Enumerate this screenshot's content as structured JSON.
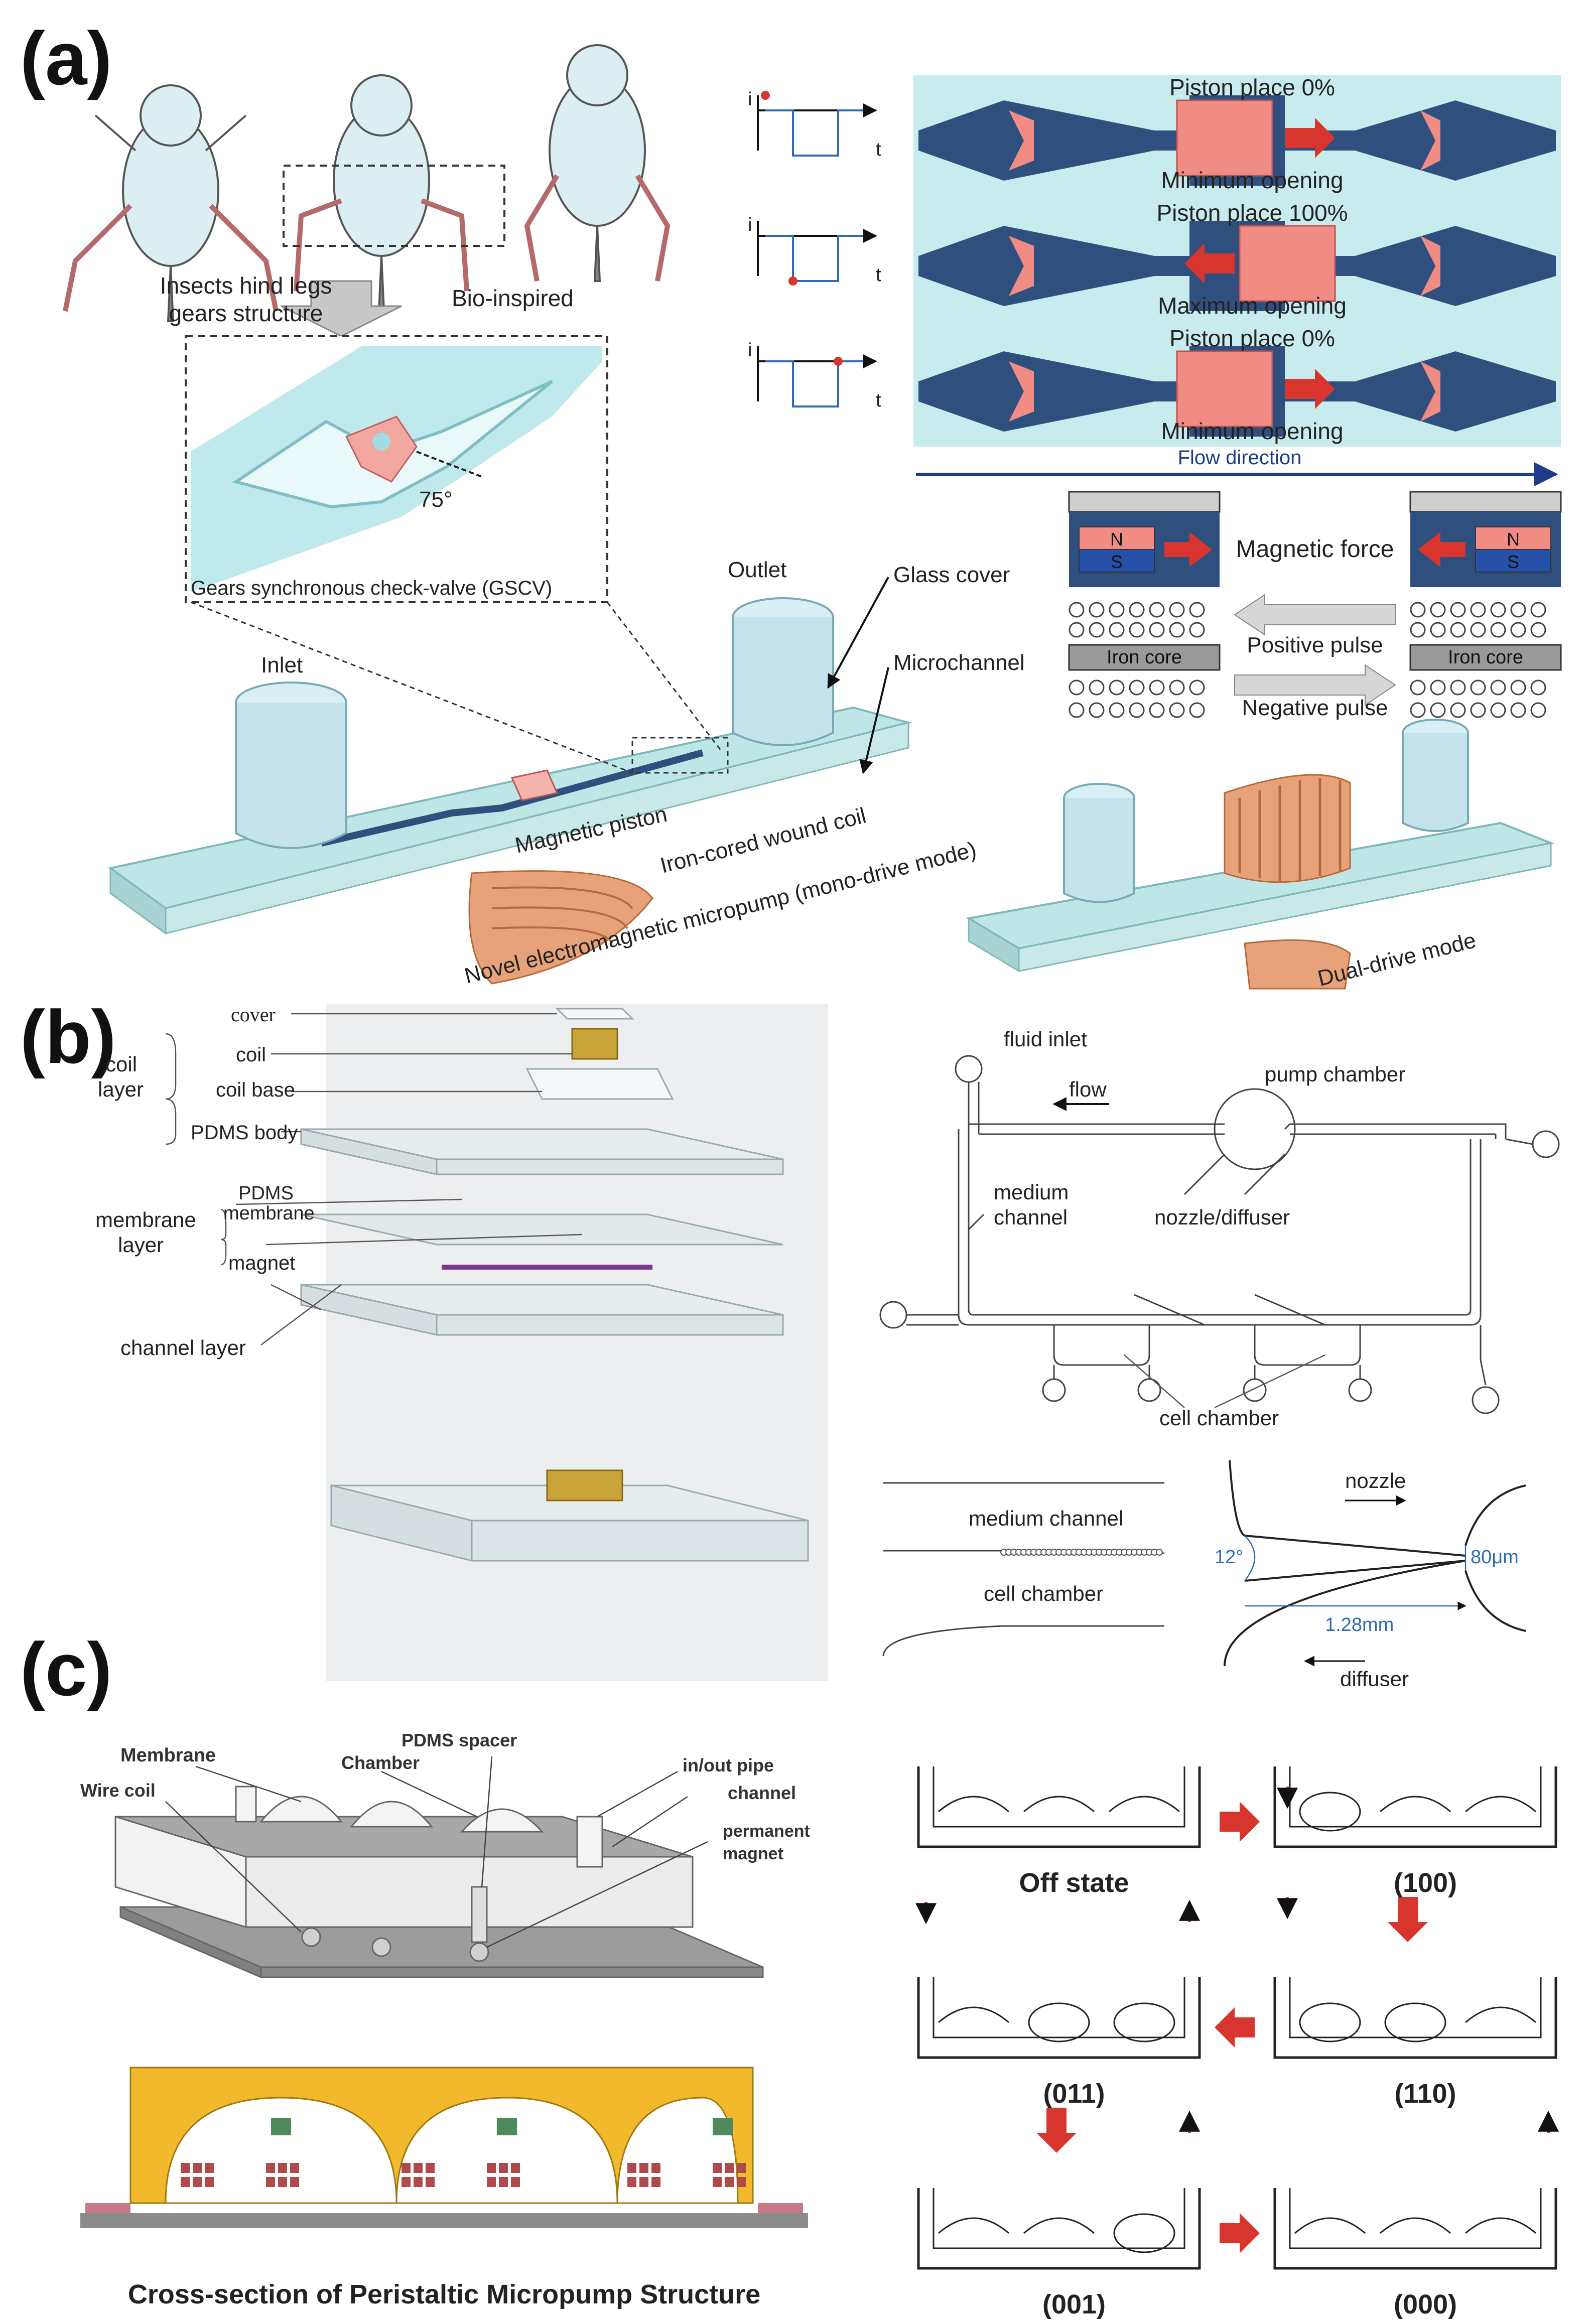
{
  "panels": {
    "a": "(a)",
    "b": "(b)",
    "c": "(c)"
  },
  "panel_a": {
    "insects_label": "Insects hind legs\ngears structure",
    "bio_inspired": "Bio-inspired",
    "gscv_label": "Gears synchronous check-valve (GSCV)",
    "angle_label": "75°",
    "piston_states": [
      {
        "place": "Piston place 0%",
        "opening": "Minimum opening"
      },
      {
        "place": "Piston place 100%",
        "opening": "Maximum opening"
      },
      {
        "place": "Piston place 0%",
        "opening": "Minimum opening"
      }
    ],
    "flow_direction": "Flow direction",
    "axis_i": "i",
    "axis_t": "t",
    "magnetic_force": "Magnetic force",
    "positive_pulse": "Positive pulse",
    "negative_pulse": "Negative pulse",
    "iron_core": "Iron core",
    "magnet_n": "N",
    "magnet_s": "S",
    "glass_cover": "Glass cover",
    "microchannel": "Microchannel",
    "outlet": "Outlet",
    "inlet": "Inlet",
    "magnetic_piston": "Magnetic piston",
    "iron_cored_coil": "Iron-cored wound coil",
    "mono_drive": "Novel electromagnetic micropump (mono-drive mode)",
    "dual_drive": "Dual-drive mode"
  },
  "panel_b": {
    "cover": "cover",
    "coil": "coil",
    "coil_base": "coil base",
    "pdms_body": "PDMS body",
    "coil_layer": "coil\nlayer",
    "pdms_membrane": "PDMS\nmembrane",
    "membrane_layer": "membrane\nlayer",
    "magnet": "magnet",
    "channel_layer": "channel layer",
    "fluid_inlet": "fluid inlet",
    "pump_chamber": "pump chamber",
    "flow": "flow",
    "medium_channel": "medium\nchannel",
    "nozzle_diffuser": "nozzle/diffuser",
    "cell_chamber": "cell chamber",
    "medium_channel_detail": "medium channel",
    "cell_chamber_detail": "cell chamber",
    "nozzle": "nozzle",
    "diffuser": "diffuser",
    "angle": "12°",
    "width": "80μm",
    "length": "1.28mm"
  },
  "panel_c": {
    "membrane": "Membrane",
    "pdms_spacer": "PDMS spacer",
    "chamber": "Chamber",
    "wire_coil": "Wire coil",
    "in_out_pipe": "in/out pipe",
    "channel": "channel",
    "permanent_magnet": "permanent\nmagnet",
    "cross_section": "Cross-section of Peristaltic Micropump Structure",
    "states": [
      "Off state",
      "(100)",
      "(110)",
      "(011)",
      "(001)",
      "(000)"
    ]
  },
  "colors": {
    "channel_blue": "#2f4f7f",
    "pink": "#f08c84",
    "light_blue": "#c8ecee",
    "copper": "#d98a5a",
    "gold": "#f2b92d",
    "red_arrow": "#d8352e"
  }
}
